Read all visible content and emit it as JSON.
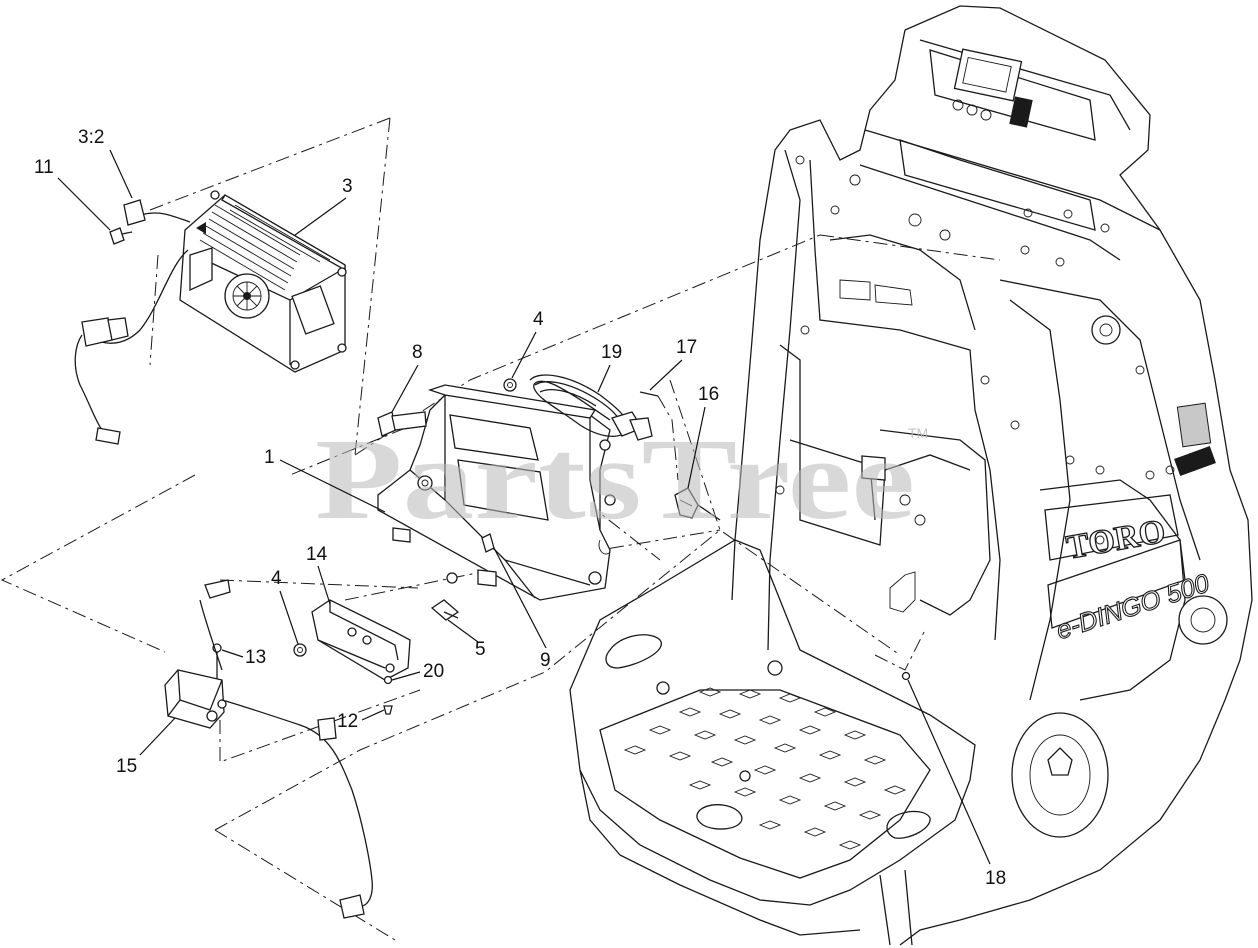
{
  "watermark": {
    "text": "PartsTree",
    "trademark": "TM"
  },
  "machine_decals": {
    "brand": "TORO",
    "model": "e-DINGO 500"
  },
  "callouts": [
    {
      "id": "c-3-2",
      "label": "3:2"
    },
    {
      "id": "c-11",
      "label": "11"
    },
    {
      "id": "c-3",
      "label": "3"
    },
    {
      "id": "c-4a",
      "label": "4"
    },
    {
      "id": "c-8",
      "label": "8"
    },
    {
      "id": "c-19",
      "label": "19"
    },
    {
      "id": "c-17",
      "label": "17"
    },
    {
      "id": "c-16",
      "label": "16"
    },
    {
      "id": "c-1",
      "label": "1"
    },
    {
      "id": "c-14",
      "label": "14"
    },
    {
      "id": "c-4b",
      "label": "4"
    },
    {
      "id": "c-13",
      "label": "13"
    },
    {
      "id": "c-5",
      "label": "5"
    },
    {
      "id": "c-9",
      "label": "9"
    },
    {
      "id": "c-20",
      "label": "20"
    },
    {
      "id": "c-12",
      "label": "12"
    },
    {
      "id": "c-15",
      "label": "15"
    },
    {
      "id": "c-18",
      "label": "18"
    }
  ]
}
